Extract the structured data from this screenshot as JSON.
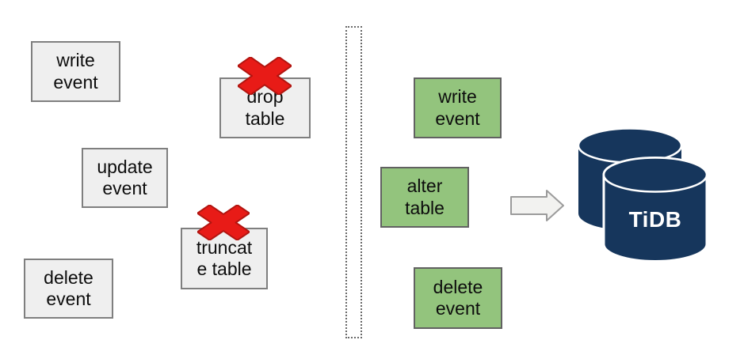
{
  "diagram": {
    "source_events": [
      {
        "label": "write\nevent",
        "blocked": false
      },
      {
        "label": "drop\ntable",
        "blocked": true
      },
      {
        "label": "update\nevent",
        "blocked": false
      },
      {
        "label": "truncat\ne table",
        "blocked": true
      },
      {
        "label": "delete\nevent",
        "blocked": false
      }
    ],
    "filtered_events": [
      {
        "label": "write\nevent"
      },
      {
        "label": "alter\ntable"
      },
      {
        "label": "delete\nevent"
      }
    ],
    "database": {
      "label": "TiDB"
    },
    "icons": {
      "blocked": "red-x-icon",
      "flow": "right-arrow-icon",
      "database": "database-cylinders-icon",
      "boundary": "dotted-filter-boundary"
    },
    "colors": {
      "event_box_fill": "#efefef",
      "event_box_border": "#7f7f7f",
      "allowed_box_fill": "#93c47d",
      "allowed_box_border": "#616161",
      "blocked_x": "#e81b17",
      "database_navy": "#16365c",
      "arrow_fill": "#f2f2f0",
      "arrow_border": "#9b9b9b"
    }
  }
}
